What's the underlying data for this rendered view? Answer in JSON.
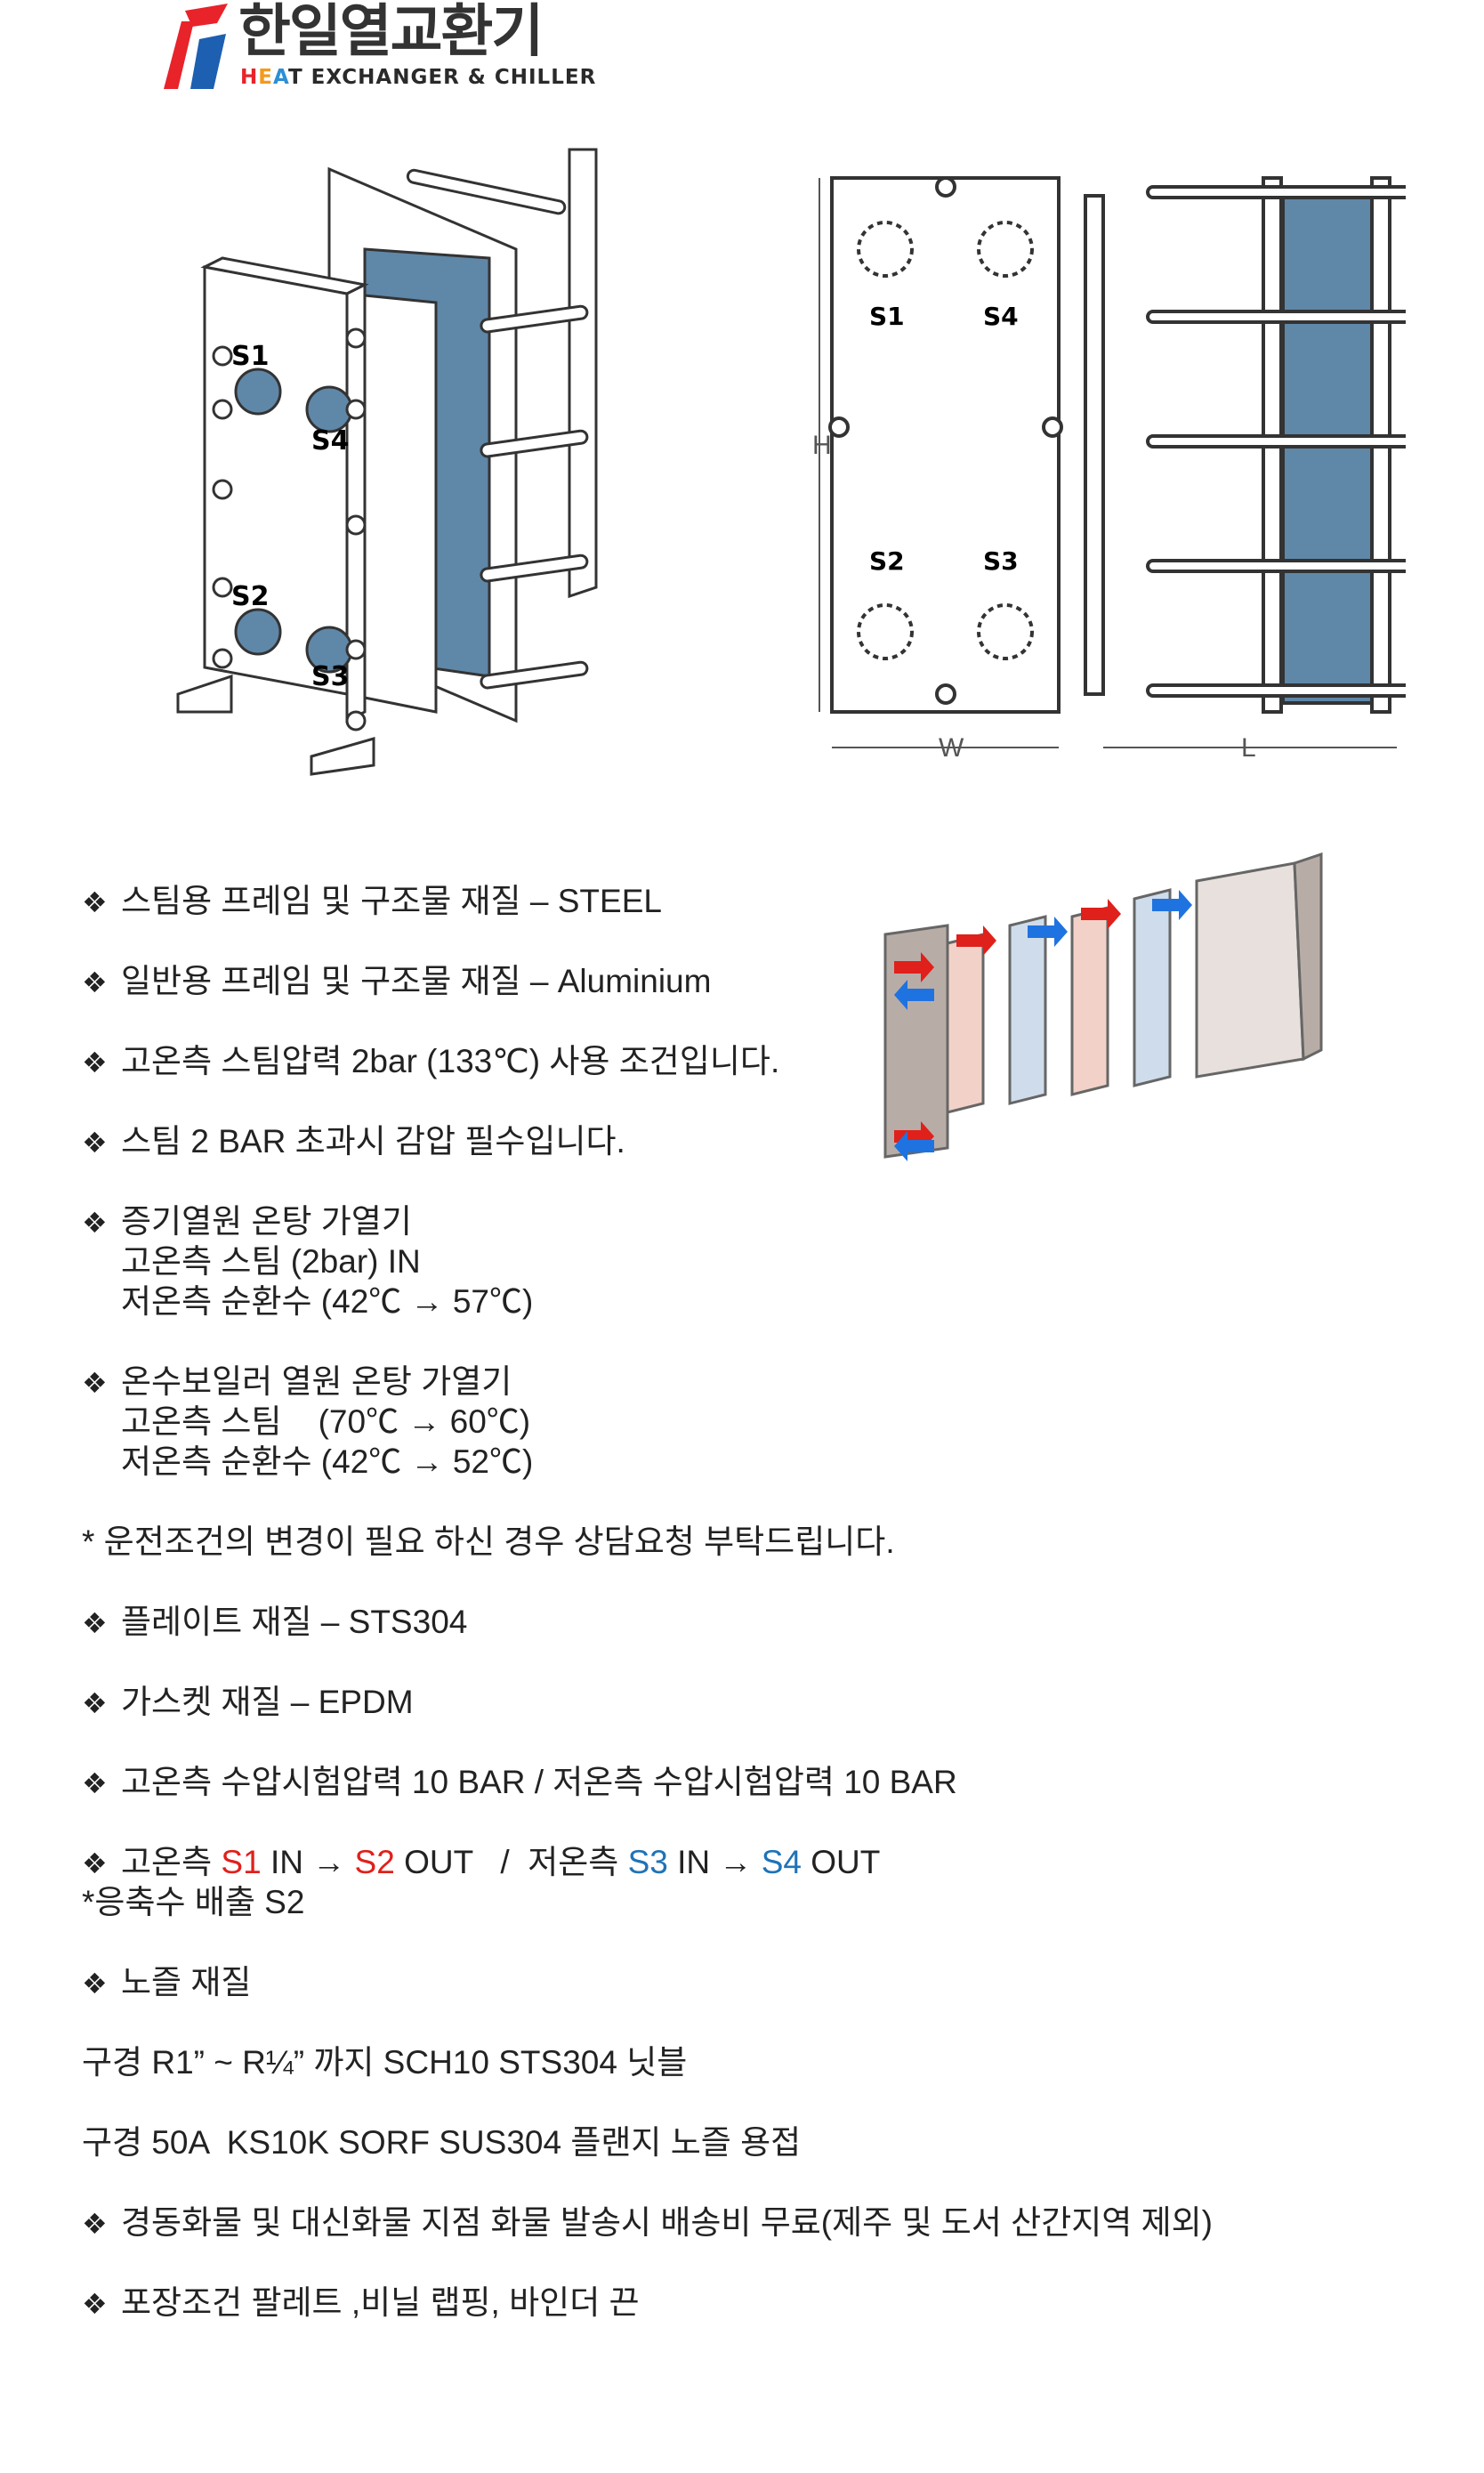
{
  "brand": {
    "name": "한일열교환기",
    "tagline_parts": [
      "H",
      "E",
      "A",
      "T EXCHANGER & CHILLER"
    ],
    "colors": {
      "red": "#e8232a",
      "blue": "#1d5fb0",
      "orange": "#f39a1e",
      "green": "#3aa64a"
    }
  },
  "diagram": {
    "port_labels": {
      "s1": "S1",
      "s2": "S2",
      "s3": "S3",
      "s4": "S4"
    },
    "dimensions": {
      "h": "H",
      "w": "W",
      "l": "L"
    },
    "plate_color": "#5f87a8",
    "hot_arrow_color": "#e0201b",
    "cold_arrow_color": "#1f73e0"
  },
  "spec": {
    "bullet": "❖",
    "lines": [
      "스팀용 프레임 및 구조물 재질 – STEEL",
      "일반용 프레임 및 구조물 재질 – Aluminium",
      "고온측 스팀압력 2bar (133℃) 사용 조건입니다.",
      "스팀 2 BAR 초과시 감압 필수입니다.",
      "증기열원 온탕 가열기",
      "고온측 스팀 (2bar) IN",
      "저온측 순환수 (42℃ → 57℃)",
      "온수보일러 열원 온탕 가열기",
      "고온측 스팀    (70℃ → 60℃)",
      "저온측 순환수 (42℃ → 52℃)",
      "* 운전조건의 변경이 필요 하신 경우 상담요청 부탁드립니다.",
      "플레이트 재질 – STS304",
      "가스켓 재질 – EPDM",
      "고온측 수압시험압력 10 BAR / 저온측 수압시험압력 10 BAR",
      "*응축수 배출 S2",
      "노즐 재질",
      "구경 R1” ~ R¼” 까지 SCH10 STS304 닛블",
      "구경 50A  KS10K SORF SUS304 플랜지 노즐 용접",
      "경동화물 및 대신화물 지점 화물 발송시 배송비 무료(제주 및 도서 산간지역 제외)",
      "포장조건 팔레트 ,비닐 랩핑, 바인더 끈"
    ],
    "flow": {
      "hot_side": "고온측",
      "s1": "S1",
      "in1": "IN →",
      "s2": "S2",
      "out1": "OUT   /  ",
      "cold_side": "저온측",
      "s3": "S3",
      "in2": "IN →",
      "s4": "S4",
      "out2": "OUT"
    }
  }
}
